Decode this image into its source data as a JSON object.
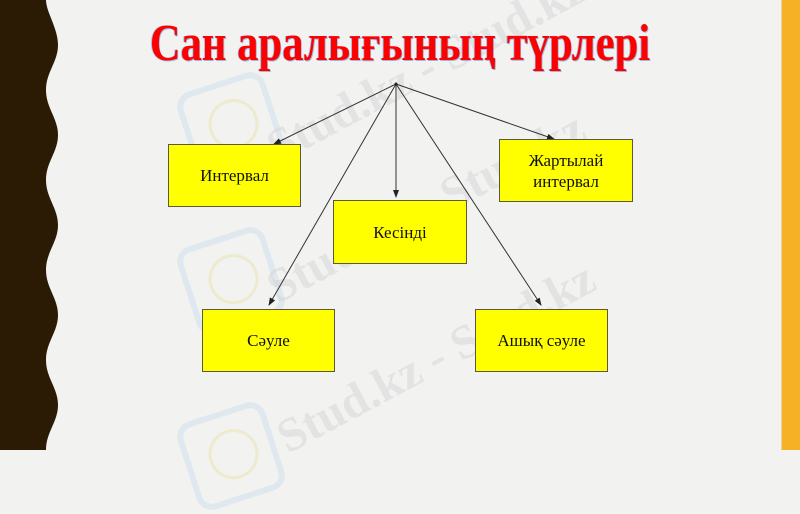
{
  "slide": {
    "title": "Сан аралығының түрлері",
    "boxes": [
      {
        "id": "interval",
        "label": "Интервал"
      },
      {
        "id": "kesindi",
        "label": "Кесінді"
      },
      {
        "id": "zhartylai-interval",
        "label": "Жартылай интервал"
      },
      {
        "id": "saule",
        "label": "Сәуле"
      },
      {
        "id": "ashyk-saule",
        "label": "Ашық сәуле"
      }
    ],
    "watermark_text": "Stud.kz - Stud.kz",
    "colors": {
      "title": "#ff0000",
      "box_fill": "#ffff00",
      "background": "#f2f2f1",
      "left_band": "#2b1b04",
      "right_bar": "#f6b224"
    }
  }
}
